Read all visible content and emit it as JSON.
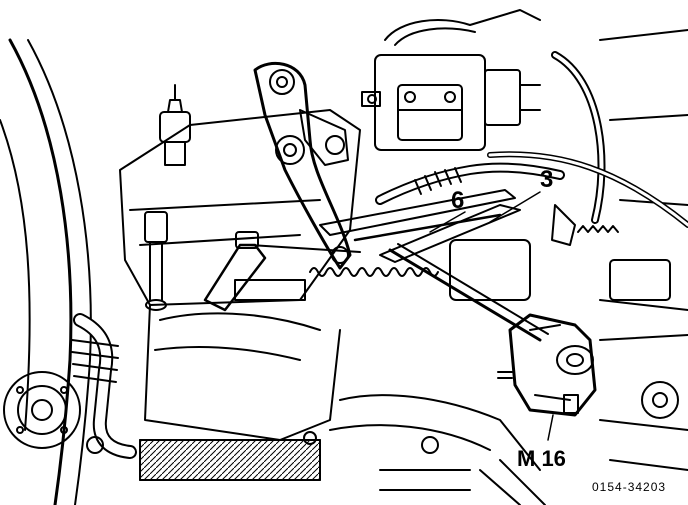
{
  "callouts": {
    "c3": "3",
    "c6": "6",
    "m16": "M 16"
  },
  "figure_number": "0154-34203",
  "colors": {
    "ink": "#000000",
    "paper": "#ffffff",
    "shade": "#c8c8c8"
  }
}
